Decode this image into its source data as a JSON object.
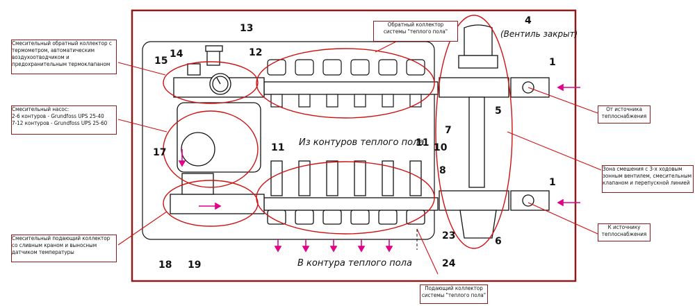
{
  "labels": {
    "return_collector_box": [
      "Обратный коллектор",
      "системы \"теплого пола\""
    ],
    "mixing_return_box": [
      "Смесительный обратный коллектор с",
      "термометром, автоматическим",
      "воздухоотводчиком и",
      "предохранительным термоклапаном"
    ],
    "pump_box": [
      "Смесительный насос:",
      "2-6 контуров - Grundfoss UPS 25-40",
      "7-12 контуров - Grundfoss UPS 25-60"
    ],
    "supply_mixing_box": [
      "Смесительный подающий коллектор",
      "со сливным краном и выносным",
      "датчиком температуры"
    ],
    "from_source": [
      "От источника",
      "теплоснабжения"
    ],
    "to_source": [
      "К источнику",
      "теплоснабжения"
    ],
    "mixing_zone": [
      "Зона смешения с 3-х ходовым",
      "зонным вентилем, смесительным",
      "клапаном и перепускной линией"
    ],
    "supply_collector_box": [
      "Подающий коллектор",
      "системы \"теплого пола\""
    ],
    "valve_closed": "(Вентиль закрыт)",
    "from_loops": "Из контуров теплого пола",
    "to_loops": "В контура теплого пола"
  },
  "numbers": {
    "n1a": "1",
    "n1b": "1",
    "n4": "4",
    "n5": "5",
    "n6": "6",
    "n7": "7",
    "n8": "8",
    "n10": "10",
    "n11a": "11",
    "n11b": "11",
    "n12": "12",
    "n13": "13",
    "n14": "14",
    "n15": "15",
    "n17": "17",
    "n18": "18",
    "n19": "19",
    "n23": "23",
    "n24": "24"
  },
  "colors": {
    "frame": "#8a1c1c",
    "arrow": "#e0008a",
    "leader": "#d01010",
    "ink": "#111111"
  }
}
